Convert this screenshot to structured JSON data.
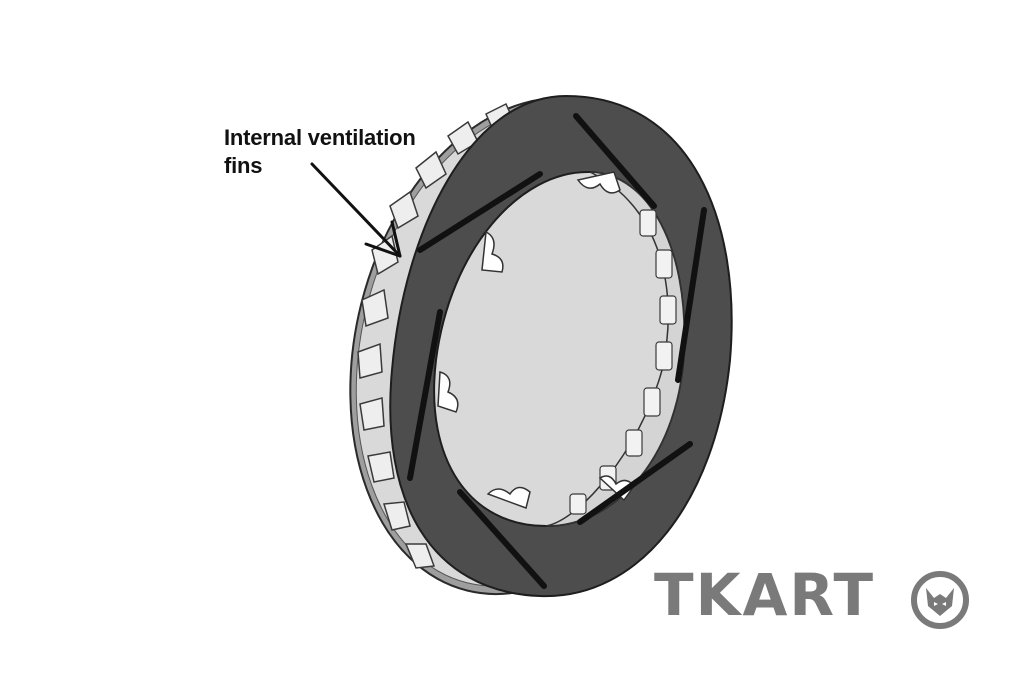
{
  "callout": {
    "line1": "Internal ventilation",
    "line2": "fins"
  },
  "brand": {
    "wordmark": "TKART",
    "logo_icon": "wolf-head-icon",
    "color": "#7a7a7a"
  },
  "illustration": {
    "subject_icon": "slotted-brake-disc",
    "disc_color": "#4d4d4d",
    "edge_color": "#bdbdbd"
  }
}
